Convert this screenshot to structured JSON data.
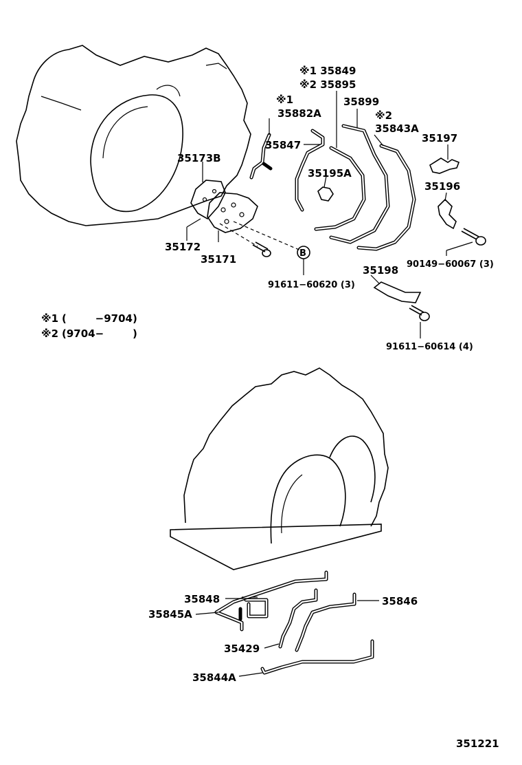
{
  "labels": {
    "p35849": "※1 35849",
    "p35895": "※2 35895",
    "mark1": "※1",
    "p35882A": "35882A",
    "p35899": "35899",
    "mark2": "※2",
    "p35843A": "35843A",
    "p35197": "35197",
    "p35847": "35847",
    "p35173B": "35173B",
    "p35195A": "35195A",
    "p35196": "35196",
    "p35172": "35172",
    "p35171": "35171",
    "b_mark": "B",
    "p90149": "90149−60067 (3)",
    "p35198": "35198",
    "p91611_60620": "91611−60620 (3)",
    "p91611_60614": "91611−60614 (4)",
    "p35848": "35848",
    "p35846": "35846",
    "p35845A": "35845A",
    "p35429": "35429",
    "p35844A": "35844A",
    "figure_number": "351221"
  },
  "legend": [
    {
      "mark": "※1",
      "range": "(        −9704)"
    },
    {
      "mark": "※2",
      "range": "(9704−        )"
    }
  ]
}
